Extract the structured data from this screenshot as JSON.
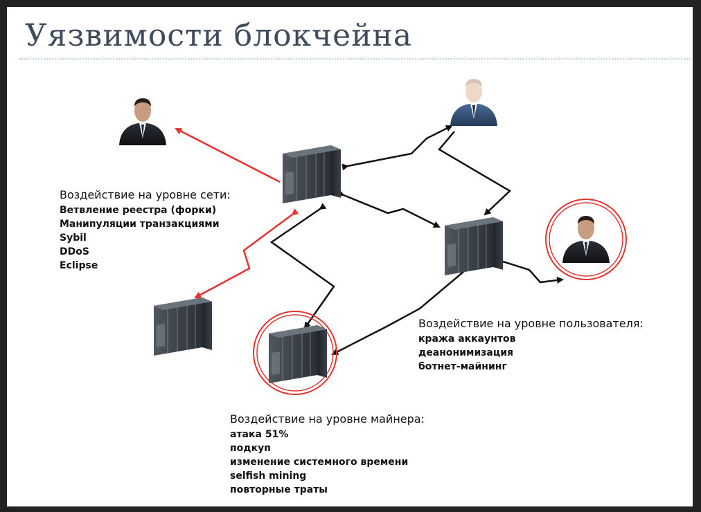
{
  "slide": {
    "title": "Уязвимости блокчейна"
  },
  "blocks": {
    "network": {
      "heading": "Воздействие на уровне сети:",
      "items": [
        "Ветвление реестра (форки)",
        "Манипуляции транзакциями",
        "Sybil",
        "DDoS",
        "Eclipse"
      ]
    },
    "user": {
      "heading": "Воздействие на уровне пользователя:",
      "items": [
        "кража аккаунтов",
        "деанонимизация",
        "ботнет-майнинг"
      ]
    },
    "miner": {
      "heading": "Воздействие на уровне майнера:",
      "items": [
        "атака 51%",
        "подкуп",
        "изменение системного времени",
        "selfish mining",
        "повторные траты"
      ]
    }
  },
  "colors": {
    "attack_line": "#e8312f",
    "normal_line": "#111111",
    "highlight_ring": "#e0342f",
    "server_body": "#3a4048",
    "title_color": "#3f4b5c"
  },
  "nodes": {
    "people": [
      {
        "name": "attacker",
        "icon": "person-icon"
      },
      {
        "name": "user-top",
        "icon": "person-icon"
      },
      {
        "name": "user-victim",
        "icon": "person-icon",
        "highlighted": true
      }
    ],
    "servers": [
      {
        "name": "server-main",
        "icon": "server-icon"
      },
      {
        "name": "server-right",
        "icon": "server-icon"
      },
      {
        "name": "server-left",
        "icon": "server-icon"
      },
      {
        "name": "server-miner",
        "icon": "server-icon",
        "highlighted": true
      }
    ]
  }
}
